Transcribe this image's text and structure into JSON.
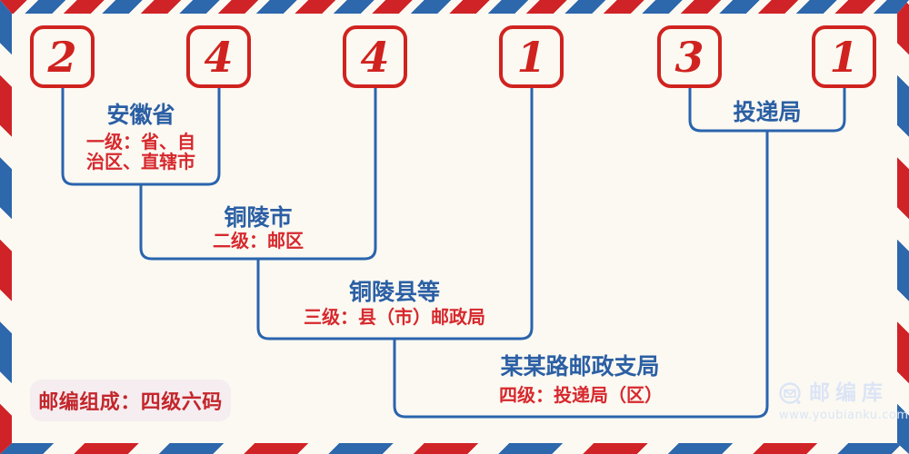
{
  "postal_code": {
    "digits": [
      "2",
      "4",
      "4",
      "1",
      "3",
      "1"
    ]
  },
  "levels": [
    {
      "name": "安徽省",
      "desc_lines": [
        "一级：省、自",
        "治区、直辖市"
      ]
    },
    {
      "name": "铜陵市",
      "desc_lines": [
        "二级：邮区"
      ]
    },
    {
      "name": "铜陵县等",
      "desc_lines": [
        "三级：县（市）邮政局"
      ]
    },
    {
      "name": "某某路邮政支局",
      "desc_lines": [
        "四级：投递局（区）"
      ]
    },
    {
      "name": "投递局",
      "desc_lines": []
    }
  ],
  "badge": {
    "label": "邮编组成：四级六码"
  },
  "watermark": {
    "brand": "邮编库",
    "url": "www.youbianku.com",
    "icon": "envelope-in-circle-icon"
  },
  "colors": {
    "stripe_red": "#d02327",
    "stripe_blue": "#2d67ac",
    "box_red": "#d0231f",
    "line_blue": "#2a64ad",
    "name_blue": "#2b5fa4",
    "desc_red": "#d7282d",
    "badge_bg": "#f5edf0",
    "badge_text": "#c3262b",
    "watermark": "#dce5f5",
    "background": "#fbf9f2"
  }
}
